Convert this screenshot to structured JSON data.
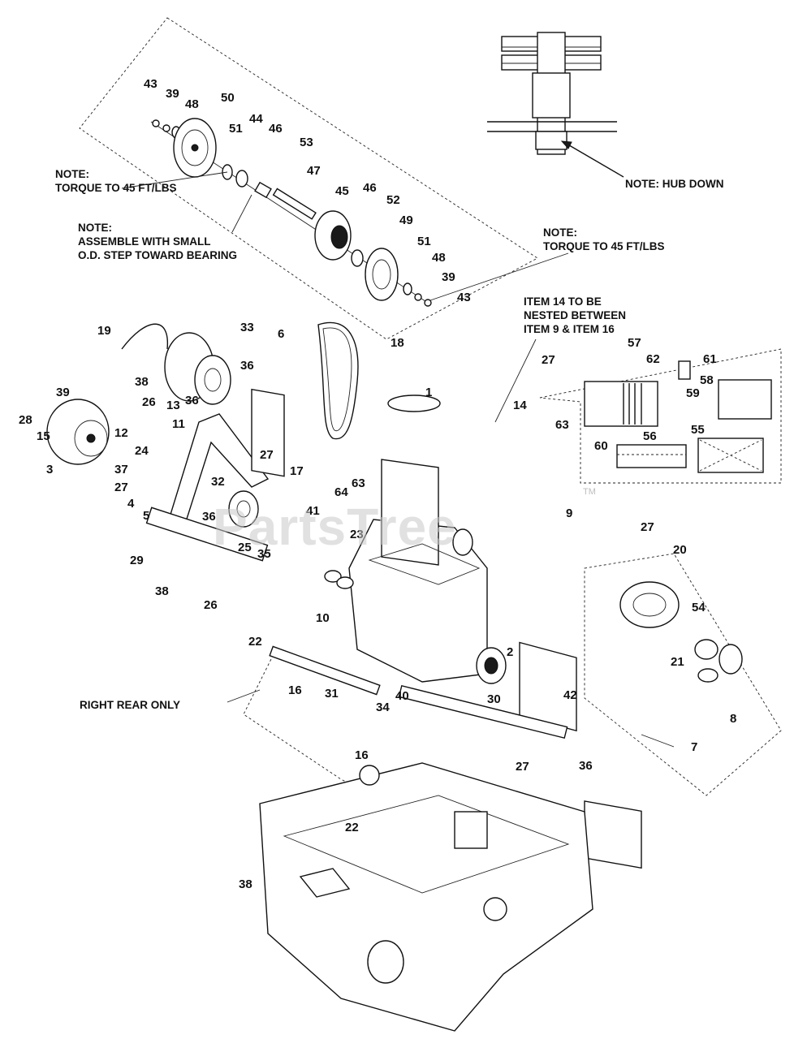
{
  "notes": {
    "torque_left_1": "NOTE:",
    "torque_left_2": "TORQUE TO 45 FT/LBS",
    "assemble_1": "NOTE:",
    "assemble_2": "ASSEMBLE WITH SMALL",
    "assemble_3": "O.D. STEP TOWARD BEARING",
    "hub_down": "NOTE: HUB DOWN",
    "torque_right_1": "NOTE:",
    "torque_right_2": "TORQUE TO 45 FT/LBS",
    "item14_1": "ITEM 14 TO BE",
    "item14_2": "NESTED BETWEEN",
    "item14_3": "ITEM 9 & ITEM 16",
    "right_rear": "RIGHT REAR ONLY"
  },
  "watermark": {
    "text": "PartsTree",
    "tm": "TM"
  },
  "callouts": {
    "c43a": "43",
    "c39a": "39",
    "c48a": "48",
    "c50": "50",
    "c51a": "51",
    "c44": "44",
    "c46a": "46",
    "c53": "53",
    "c47": "47",
    "c45": "45",
    "c46b": "46",
    "c52": "52",
    "c49": "49",
    "c51b": "51",
    "c48b": "48",
    "c39b": "39",
    "c43b": "43",
    "c19": "19",
    "c33": "33",
    "c6": "6",
    "c18": "18",
    "c1": "1",
    "c27a": "27",
    "c14": "14",
    "c63a": "63",
    "c57": "57",
    "c62": "62",
    "c61": "61",
    "c58": "58",
    "c59": "59",
    "c60": "60",
    "c56": "56",
    "c55": "55",
    "c38a": "38",
    "c39c": "39",
    "c26a": "26",
    "c13": "13",
    "c36a": "36",
    "c36b": "36",
    "c28": "28",
    "c15": "15",
    "c12": "12",
    "c11": "11",
    "c24": "24",
    "c3": "3",
    "c37": "37",
    "c27b": "27",
    "c27c": "27",
    "c17": "17",
    "c32": "32",
    "c4": "4",
    "c5": "5",
    "c36c": "36",
    "c63b": "63",
    "c64": "64",
    "c41": "41",
    "c23": "23",
    "c9": "9",
    "c29": "29",
    "c25": "25",
    "c35": "35",
    "c38b": "38",
    "c26b": "26",
    "c27d": "27",
    "c20": "20",
    "c54": "54",
    "c21": "21",
    "c8": "8",
    "c10": "10",
    "c22a": "22",
    "c2": "2",
    "c16a": "16",
    "c31": "31",
    "c40": "40",
    "c34": "34",
    "c30": "30",
    "c42": "42",
    "c36d": "36",
    "c7": "7",
    "c16b": "16",
    "c27e": "27",
    "c22b": "22",
    "c38c": "38"
  }
}
